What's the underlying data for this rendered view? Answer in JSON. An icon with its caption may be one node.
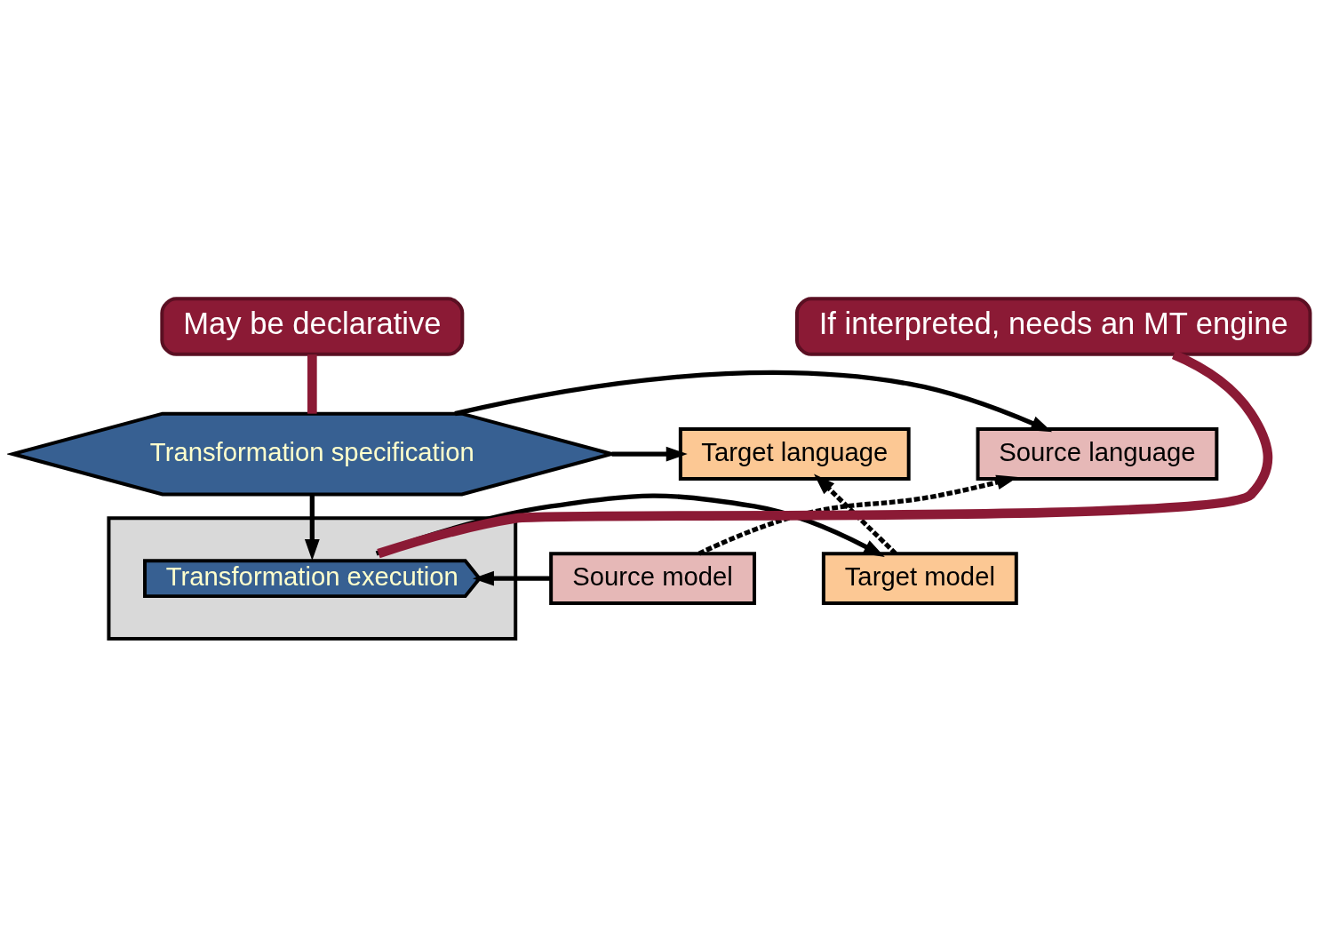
{
  "diagram": {
    "nodes": [
      {
        "text": [
          "May be declarative"
        ]
      },
      {
        "text": [
          "Source language"
        ]
      },
      {
        "text": [
          "Transformation specification"
        ]
      },
      {
        "text": [
          "Target language"
        ]
      },
      {
        "text": [],
        "shape": "box"
      },
      {
        "text": [
          "Transformation execution"
        ],
        "in": 4
      },
      {
        "text": [
          "Source model"
        ]
      },
      {
        "text": [
          "Target model"
        ]
      },
      {
        "text": [
          "If interpreted, needs an MT engine"
        ]
      }
    ],
    "edges": [
      {
        "from": 0,
        "to": 2,
        "arrow": "none",
        "style": "thick",
        "color": "#8b1a35"
      },
      {
        "from": 2,
        "to": 1,
        "arrow": "to"
      },
      {
        "from": 2,
        "to": 3,
        "arrow": "to"
      },
      {
        "from": 6,
        "to": 1,
        "arrow": "to",
        "style": "dashed"
      },
      {
        "from": 2,
        "to": 5,
        "arrow": "to"
      },
      {
        "from": 7,
        "to": 3,
        "arrow": "to",
        "style": "dashed"
      },
      {
        "from": 6,
        "to": 5,
        "arrow": "to"
      },
      {
        "from": 5,
        "to": 7,
        "arrow": "to"
      },
      {
        "from": 8,
        "to": 5,
        "arrow": "none",
        "style": "thick",
        "color": "#8b1a35"
      }
    ]
  }
}
